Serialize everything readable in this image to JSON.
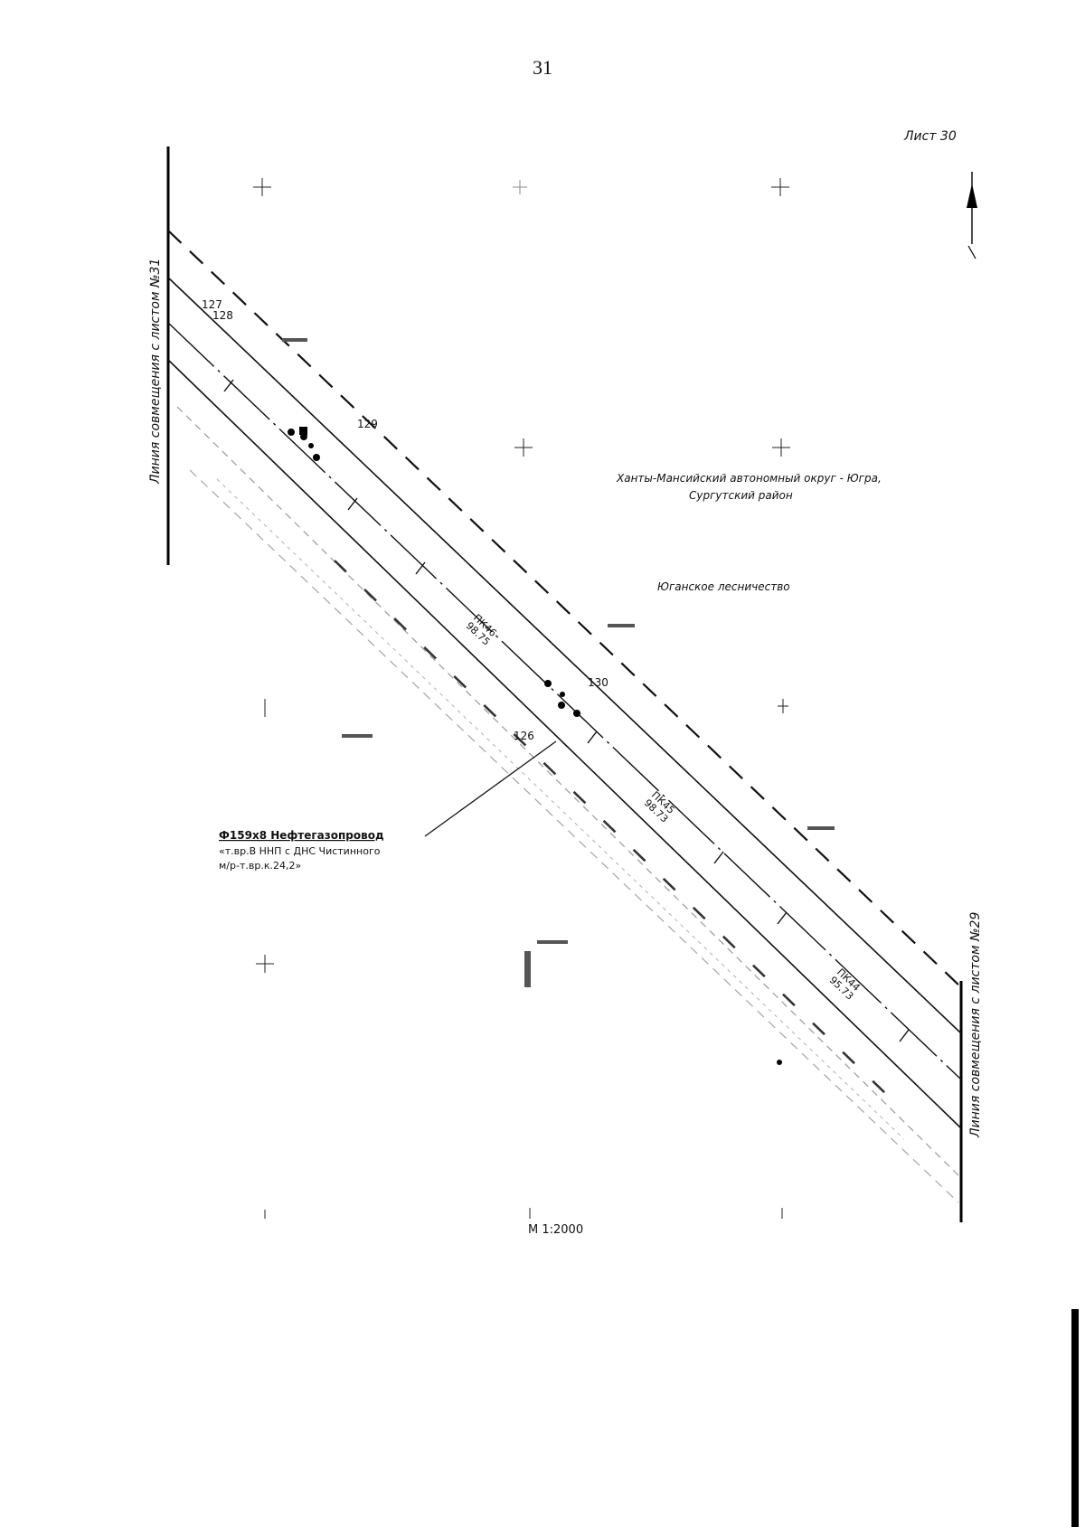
{
  "page_number": "31",
  "sheet_label": "Лист 30",
  "match_line_left": "Линия совмещения с листом №31",
  "match_line_right": "Линия совмещения с листом №29",
  "region_label_line1": "Ханты-Мансийский автономный округ - Югра,",
  "region_label_line2": "Сургутский район",
  "forestry_label": "Юганское лесничество",
  "pipeline_callout": {
    "title": "Ф159х8 Нефтегазопровод",
    "line2": "«т.вр.В ННП с ДНС Чистинного",
    "line3": "м/р-т.вр.к.24,2»"
  },
  "scale_label": "М 1:2000",
  "boundary_labels": [
    "127",
    "128",
    "129",
    "130",
    "126"
  ],
  "picket_labels": [
    {
      "code": "ПК46",
      "elev": "98.75"
    },
    {
      "code": "ПК45",
      "elev": "98.73"
    },
    {
      "code": "ПК44",
      "elev": "95.73"
    }
  ],
  "north_arrow": "north-arrow",
  "colors": {
    "ink": "#111111",
    "faint": "#9a9a9a"
  }
}
